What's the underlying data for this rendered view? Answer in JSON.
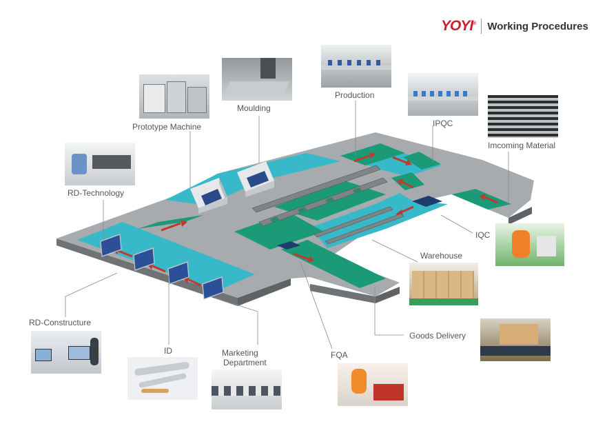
{
  "header": {
    "logo": "YOYI",
    "title": "Working Procedures"
  },
  "stations": {
    "prototype_machine": "Prototype Machine",
    "moulding": "Moulding",
    "production": "Production",
    "ipqc": "IPQC",
    "incoming_material": "Imcoming Material",
    "rd_technology": "RD-Technology",
    "iqc": "IQC",
    "warehouse": "Warehouse",
    "rd_constructure": "RD-Constructure",
    "id": "ID",
    "marketing_line1": "Marketing",
    "marketing_line2": "Department",
    "fqa": "FQA",
    "goods_delivery": "Goods Delivery"
  },
  "colors": {
    "floor": "#8f9396",
    "floor_top": "#a7abae",
    "cyan_zone": "#37b9c9",
    "green_path": "#1b9a78",
    "arrow": "#c0392b",
    "brand_red": "#c8202a"
  }
}
